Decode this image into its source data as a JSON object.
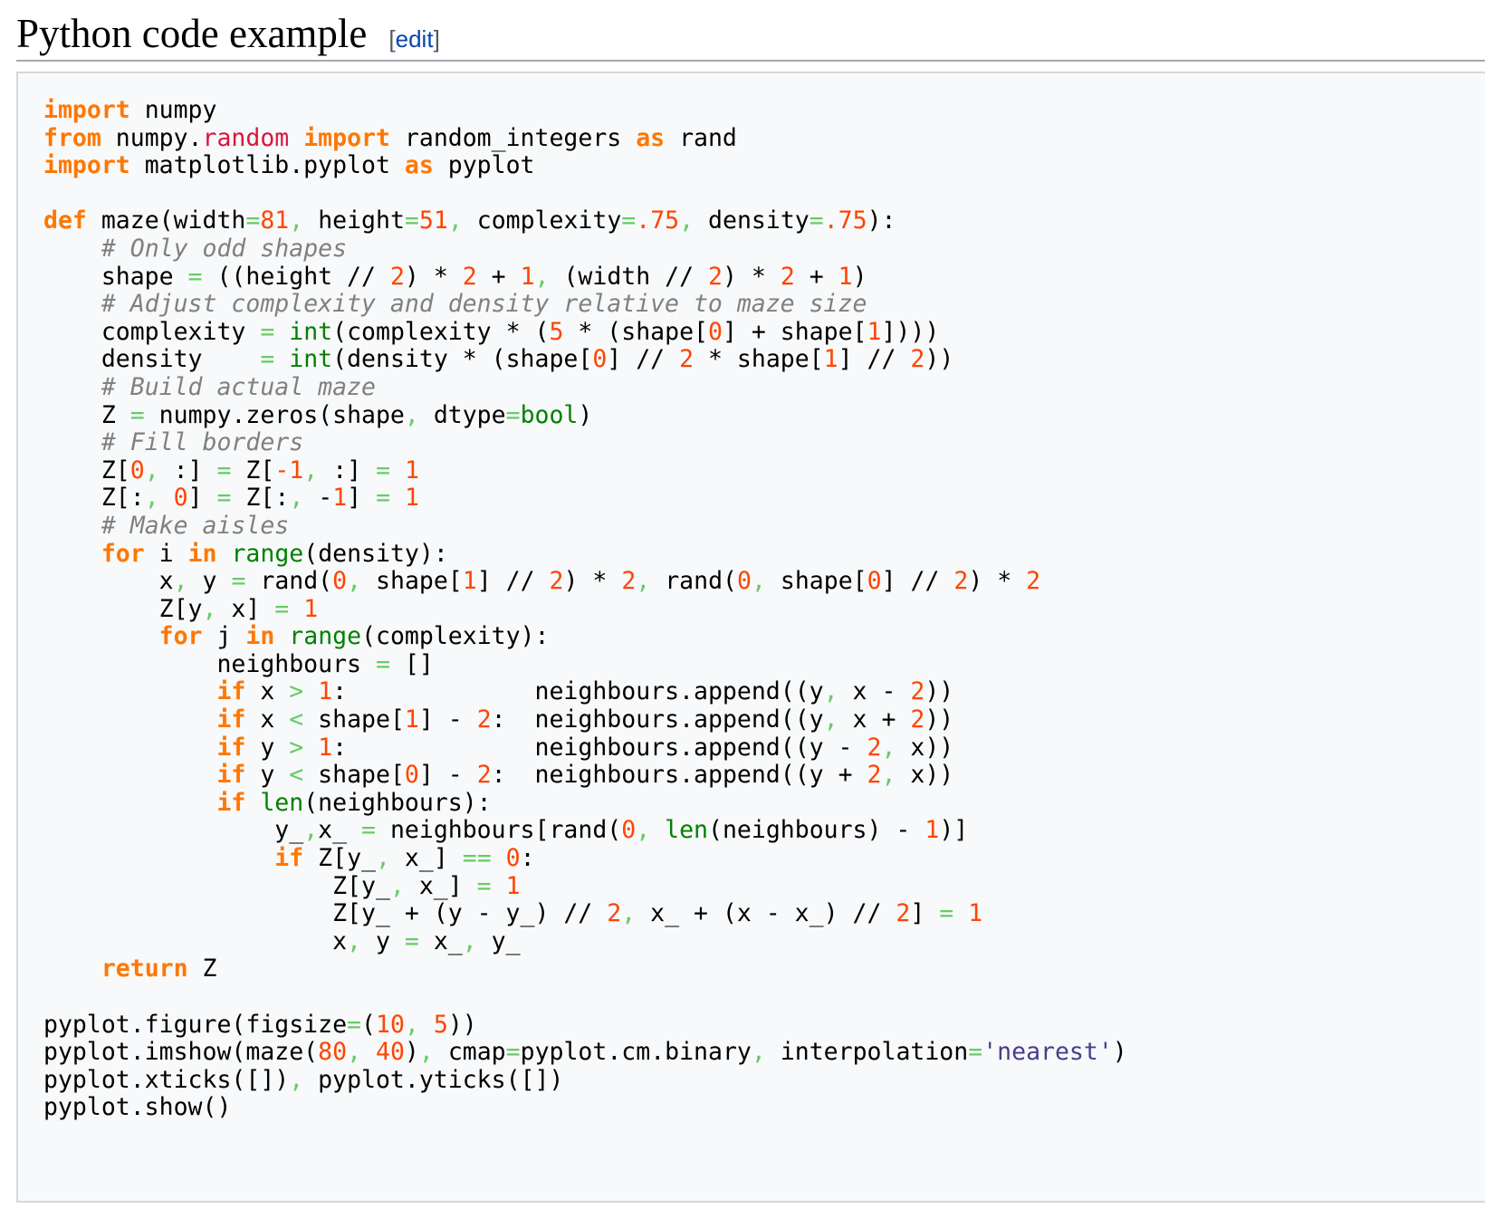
{
  "heading": {
    "title": "Python code example",
    "edit_open": "[",
    "edit_label": "edit",
    "edit_close": "]"
  },
  "code": {
    "language": "python",
    "lines": [
      [
        [
          "n",
          "import",
          " numpy"
        ]
      ],
      [
        [
          "kw",
          "from"
        ],
        [
          "n",
          " numpy."
        ],
        [
          "mod",
          "random"
        ],
        [
          "n",
          " "
        ],
        [
          "kw",
          "import"
        ],
        [
          "n",
          " random_integers "
        ],
        [
          "kw",
          "as"
        ],
        [
          "n",
          " rand"
        ]
      ],
      [
        [
          "kw",
          "import"
        ],
        [
          "n",
          " matplotlib.pyplot "
        ],
        [
          "kw",
          "as"
        ],
        [
          "n",
          " pyplot"
        ]
      ],
      [],
      [
        [
          "kw",
          "def"
        ],
        [
          "n",
          " maze(width"
        ],
        [
          "op",
          "="
        ],
        [
          "nu",
          "81"
        ],
        [
          "op",
          ","
        ],
        [
          "n",
          " height"
        ],
        [
          "op",
          "="
        ],
        [
          "nu",
          "51"
        ],
        [
          "op",
          ","
        ],
        [
          "n",
          " complexity"
        ],
        [
          "op",
          "="
        ],
        [
          "nu",
          ".75"
        ],
        [
          "op",
          ","
        ],
        [
          "n",
          " density"
        ],
        [
          "op",
          "="
        ],
        [
          "nu",
          ".75"
        ],
        [
          "n",
          "):"
        ]
      ],
      [
        [
          "n",
          "    "
        ],
        [
          "cm",
          "# Only odd shapes"
        ]
      ],
      [
        [
          "n",
          "    shape "
        ],
        [
          "op",
          "="
        ],
        [
          "n",
          " ((height // "
        ],
        [
          "nu",
          "2"
        ],
        [
          "n",
          ") * "
        ],
        [
          "nu",
          "2"
        ],
        [
          "n",
          " + "
        ],
        [
          "nu",
          "1"
        ],
        [
          "op",
          ","
        ],
        [
          "n",
          " (width // "
        ],
        [
          "nu",
          "2"
        ],
        [
          "n",
          ") * "
        ],
        [
          "nu",
          "2"
        ],
        [
          "n",
          " + "
        ],
        [
          "nu",
          "1"
        ],
        [
          "n",
          ")"
        ]
      ],
      [
        [
          "n",
          "    "
        ],
        [
          "cm",
          "# Adjust complexity and density relative to maze size"
        ]
      ],
      [
        [
          "n",
          "    complexity "
        ],
        [
          "op",
          "="
        ],
        [
          "n",
          " "
        ],
        [
          "bi",
          "int"
        ],
        [
          "n",
          "(complexity * ("
        ],
        [
          "nu",
          "5"
        ],
        [
          "n",
          " * (shape["
        ],
        [
          "nu",
          "0"
        ],
        [
          "n",
          "] + shape["
        ],
        [
          "nu",
          "1"
        ],
        [
          "n",
          "])))"
        ]
      ],
      [
        [
          "n",
          "    density    "
        ],
        [
          "op",
          "="
        ],
        [
          "n",
          " "
        ],
        [
          "bi",
          "int"
        ],
        [
          "n",
          "(density * (shape["
        ],
        [
          "nu",
          "0"
        ],
        [
          "n",
          "] // "
        ],
        [
          "nu",
          "2"
        ],
        [
          "n",
          " * shape["
        ],
        [
          "nu",
          "1"
        ],
        [
          "n",
          "] // "
        ],
        [
          "nu",
          "2"
        ],
        [
          "n",
          "))"
        ]
      ],
      [
        [
          "n",
          "    "
        ],
        [
          "cm",
          "# Build actual maze"
        ]
      ],
      [
        [
          "n",
          "    Z "
        ],
        [
          "op",
          "="
        ],
        [
          "n",
          " numpy.zeros(shape"
        ],
        [
          "op",
          ","
        ],
        [
          "n",
          " dtype"
        ],
        [
          "op",
          "="
        ],
        [
          "bi",
          "bool"
        ],
        [
          "n",
          ")"
        ]
      ],
      [
        [
          "n",
          "    "
        ],
        [
          "cm",
          "# Fill borders"
        ]
      ],
      [
        [
          "n",
          "    Z["
        ],
        [
          "nu",
          "0"
        ],
        [
          "op",
          ","
        ],
        [
          "n",
          " :] "
        ],
        [
          "op",
          "="
        ],
        [
          "n",
          " Z["
        ],
        [
          "nu",
          "-1"
        ],
        [
          "op",
          ","
        ],
        [
          "n",
          " :] "
        ],
        [
          "op",
          "="
        ],
        [
          "n",
          " "
        ],
        [
          "nu",
          "1"
        ]
      ],
      [
        [
          "n",
          "    Z[:"
        ],
        [
          "op",
          ","
        ],
        [
          "n",
          " "
        ],
        [
          "nu",
          "0"
        ],
        [
          "n",
          "] "
        ],
        [
          "op",
          "="
        ],
        [
          "n",
          " Z[:"
        ],
        [
          "op",
          ","
        ],
        [
          "n",
          " -"
        ],
        [
          "nu",
          "1"
        ],
        [
          "n",
          "] "
        ],
        [
          "op",
          "="
        ],
        [
          "n",
          " "
        ],
        [
          "nu",
          "1"
        ]
      ],
      [
        [
          "n",
          "    "
        ],
        [
          "cm",
          "# Make aisles"
        ]
      ],
      [
        [
          "n",
          "    "
        ],
        [
          "kw",
          "for"
        ],
        [
          "n",
          " i "
        ],
        [
          "kw",
          "in"
        ],
        [
          "n",
          " "
        ],
        [
          "bi",
          "range"
        ],
        [
          "n",
          "(density):"
        ]
      ],
      [
        [
          "n",
          "        x"
        ],
        [
          "op",
          ","
        ],
        [
          "n",
          " y "
        ],
        [
          "op",
          "="
        ],
        [
          "n",
          " rand("
        ],
        [
          "nu",
          "0"
        ],
        [
          "op",
          ","
        ],
        [
          "n",
          " shape["
        ],
        [
          "nu",
          "1"
        ],
        [
          "n",
          "] // "
        ],
        [
          "nu",
          "2"
        ],
        [
          "n",
          ") * "
        ],
        [
          "nu",
          "2"
        ],
        [
          "op",
          ","
        ],
        [
          "n",
          " rand("
        ],
        [
          "nu",
          "0"
        ],
        [
          "op",
          ","
        ],
        [
          "n",
          " shape["
        ],
        [
          "nu",
          "0"
        ],
        [
          "n",
          "] // "
        ],
        [
          "nu",
          "2"
        ],
        [
          "n",
          ") * "
        ],
        [
          "nu",
          "2"
        ]
      ],
      [
        [
          "n",
          "        Z[y"
        ],
        [
          "op",
          ","
        ],
        [
          "n",
          " x] "
        ],
        [
          "op",
          "="
        ],
        [
          "n",
          " "
        ],
        [
          "nu",
          "1"
        ]
      ],
      [
        [
          "n",
          "        "
        ],
        [
          "kw",
          "for"
        ],
        [
          "n",
          " j "
        ],
        [
          "kw",
          "in"
        ],
        [
          "n",
          " "
        ],
        [
          "bi",
          "range"
        ],
        [
          "n",
          "(complexity):"
        ]
      ],
      [
        [
          "n",
          "            neighbours "
        ],
        [
          "op",
          "="
        ],
        [
          "n",
          " []"
        ]
      ],
      [
        [
          "n",
          "            "
        ],
        [
          "kw",
          "if"
        ],
        [
          "n",
          " x "
        ],
        [
          "op",
          ">"
        ],
        [
          "n",
          " "
        ],
        [
          "nu",
          "1"
        ],
        [
          "n",
          ":             neighbours.append((y"
        ],
        [
          "op",
          ","
        ],
        [
          "n",
          " x - "
        ],
        [
          "nu",
          "2"
        ],
        [
          "n",
          "))"
        ]
      ],
      [
        [
          "n",
          "            "
        ],
        [
          "kw",
          "if"
        ],
        [
          "n",
          " x "
        ],
        [
          "op",
          "<"
        ],
        [
          "n",
          " shape["
        ],
        [
          "nu",
          "1"
        ],
        [
          "n",
          "] - "
        ],
        [
          "nu",
          "2"
        ],
        [
          "n",
          ":  neighbours.append((y"
        ],
        [
          "op",
          ","
        ],
        [
          "n",
          " x + "
        ],
        [
          "nu",
          "2"
        ],
        [
          "n",
          "))"
        ]
      ],
      [
        [
          "n",
          "            "
        ],
        [
          "kw",
          "if"
        ],
        [
          "n",
          " y "
        ],
        [
          "op",
          ">"
        ],
        [
          "n",
          " "
        ],
        [
          "nu",
          "1"
        ],
        [
          "n",
          ":             neighbours.append((y - "
        ],
        [
          "nu",
          "2"
        ],
        [
          "op",
          ","
        ],
        [
          "n",
          " x))"
        ]
      ],
      [
        [
          "n",
          "            "
        ],
        [
          "kw",
          "if"
        ],
        [
          "n",
          " y "
        ],
        [
          "op",
          "<"
        ],
        [
          "n",
          " shape["
        ],
        [
          "nu",
          "0"
        ],
        [
          "n",
          "] - "
        ],
        [
          "nu",
          "2"
        ],
        [
          "n",
          ":  neighbours.append((y + "
        ],
        [
          "nu",
          "2"
        ],
        [
          "op",
          ","
        ],
        [
          "n",
          " x))"
        ]
      ],
      [
        [
          "n",
          "            "
        ],
        [
          "kw",
          "if"
        ],
        [
          "n",
          " "
        ],
        [
          "bi",
          "len"
        ],
        [
          "n",
          "(neighbours):"
        ]
      ],
      [
        [
          "n",
          "                y_"
        ],
        [
          "op",
          ","
        ],
        [
          "n",
          "x_ "
        ],
        [
          "op",
          "="
        ],
        [
          "n",
          " neighbours[rand("
        ],
        [
          "nu",
          "0"
        ],
        [
          "op",
          ","
        ],
        [
          "n",
          " "
        ],
        [
          "bi",
          "len"
        ],
        [
          "n",
          "(neighbours) - "
        ],
        [
          "nu",
          "1"
        ],
        [
          "n",
          ")]"
        ]
      ],
      [
        [
          "n",
          "                "
        ],
        [
          "kw",
          "if"
        ],
        [
          "n",
          " Z[y_"
        ],
        [
          "op",
          ","
        ],
        [
          "n",
          " x_] "
        ],
        [
          "op",
          "=="
        ],
        [
          "n",
          " "
        ],
        [
          "nu",
          "0"
        ],
        [
          "n",
          ":"
        ]
      ],
      [
        [
          "n",
          "                    Z[y_"
        ],
        [
          "op",
          ","
        ],
        [
          "n",
          " x_] "
        ],
        [
          "op",
          "="
        ],
        [
          "n",
          " "
        ],
        [
          "nu",
          "1"
        ]
      ],
      [
        [
          "n",
          "                    Z[y_ + (y - y_) // "
        ],
        [
          "nu",
          "2"
        ],
        [
          "op",
          ","
        ],
        [
          "n",
          " x_ + (x - x_) // "
        ],
        [
          "nu",
          "2"
        ],
        [
          "n",
          "] "
        ],
        [
          "op",
          "="
        ],
        [
          "n",
          " "
        ],
        [
          "nu",
          "1"
        ]
      ],
      [
        [
          "n",
          "                    x"
        ],
        [
          "op",
          ","
        ],
        [
          "n",
          " y "
        ],
        [
          "op",
          "="
        ],
        [
          "n",
          " x_"
        ],
        [
          "op",
          ","
        ],
        [
          "n",
          " y_"
        ]
      ],
      [
        [
          "n",
          "    "
        ],
        [
          "kw",
          "return"
        ],
        [
          "n",
          " Z"
        ]
      ],
      [],
      [
        [
          "n",
          "pyplot.figure(figsize"
        ],
        [
          "op",
          "="
        ],
        [
          "n",
          "("
        ],
        [
          "nu",
          "10"
        ],
        [
          "op",
          ","
        ],
        [
          "n",
          " "
        ],
        [
          "nu",
          "5"
        ],
        [
          "n",
          "))"
        ]
      ],
      [
        [
          "n",
          "pyplot.imshow(maze("
        ],
        [
          "nu",
          "80"
        ],
        [
          "op",
          ","
        ],
        [
          "n",
          " "
        ],
        [
          "nu",
          "40"
        ],
        [
          "n",
          ")"
        ],
        [
          "op",
          ","
        ],
        [
          "n",
          " cmap"
        ],
        [
          "op",
          "="
        ],
        [
          "n",
          "pyplot.cm.binary"
        ],
        [
          "op",
          ","
        ],
        [
          "n",
          " interpolation"
        ],
        [
          "op",
          "="
        ],
        [
          "st",
          "'nearest'"
        ],
        [
          "n",
          ")"
        ]
      ],
      [
        [
          "n",
          "pyplot.xticks([])"
        ],
        [
          "op",
          ","
        ],
        [
          "n",
          " pyplot.yticks([])"
        ]
      ],
      [
        [
          "n",
          "pyplot.show()"
        ]
      ]
    ]
  }
}
